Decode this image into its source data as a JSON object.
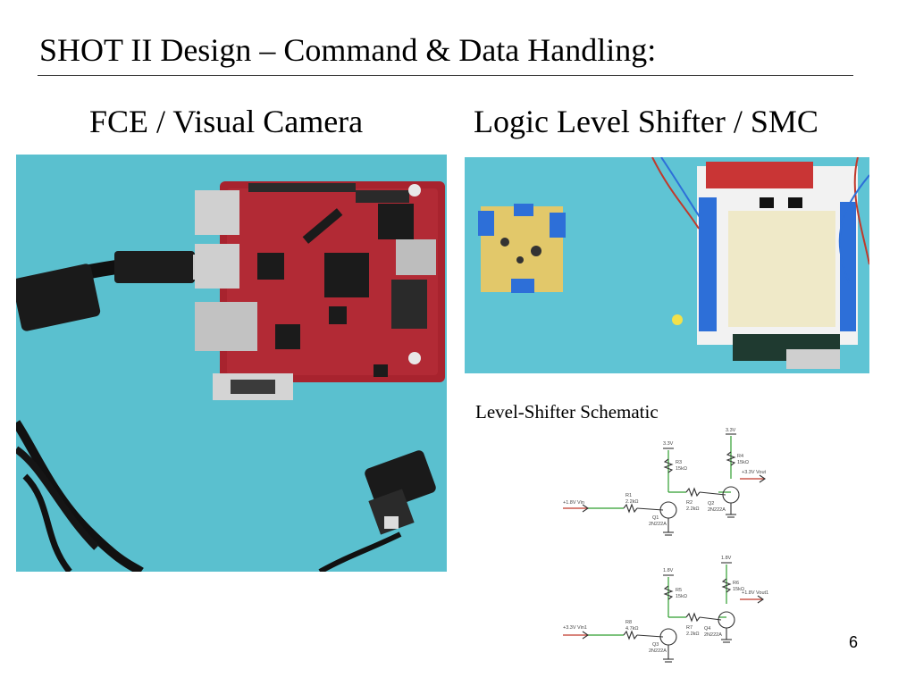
{
  "slide": {
    "title": "SHOT II Design – Command & Data Handling:",
    "left_heading": "FCE / Visual Camera",
    "right_heading": "Logic Level Shifter / SMC",
    "schematic_caption": "Level-Shifter Schematic",
    "page_number": "6"
  },
  "schematic": {
    "supply_top_left": "3.3V",
    "supply_top_right": "3.3V",
    "r3": "R3",
    "r3_value": "15kΩ",
    "r4": "R4",
    "r4_value": "15kΩ",
    "r1": "R1",
    "r1_value": "2.2kΩ",
    "r2": "R2",
    "r2_value": "2.2kΩ",
    "q1": "Q1",
    "q1_type": "2N222A",
    "q2": "Q2",
    "q2_type": "2N222A",
    "vin_top": "+1.8V Vin",
    "vout_top": "+3.3V Vout",
    "supply_bottom_left": "1.8V",
    "supply_bottom_right": "1.8V",
    "r5": "R5",
    "r5_value": "15kΩ",
    "r6": "R6",
    "r6_value": "15kΩ",
    "r8": "R8",
    "r8_value": "4.7kΩ",
    "r7": "R7",
    "r7_value": "2.2kΩ",
    "q3": "Q3",
    "q3_type": "2N222A",
    "q4": "Q4",
    "q4_type": "2N222A",
    "vin_bottom": "+3.3V Vin1",
    "vout_bottom": "+1.8V Vout1"
  },
  "colors": {
    "background": "#ffffff",
    "photo_backdrop": "#5ec3d2",
    "pcb_red": "#a8232e",
    "terminal_blue": "#2d6fd8",
    "wire_green": "#2e9e2e",
    "wire_red": "#c0392b",
    "perfboard": "#e2c86a"
  }
}
